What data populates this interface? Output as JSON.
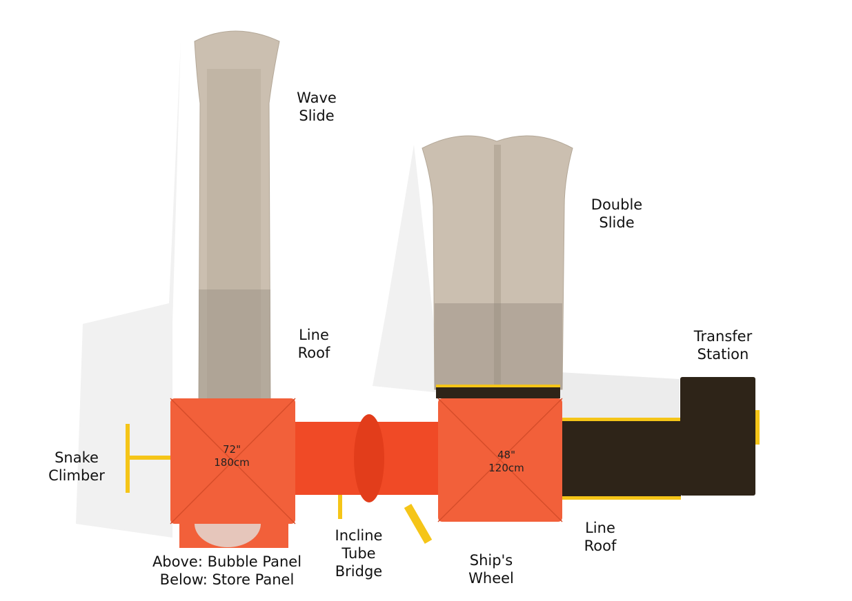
{
  "labels": {
    "wave_slide": [
      "Wave",
      "Slide"
    ],
    "double_slide": [
      "Double",
      "Slide"
    ],
    "line_roof_top": [
      "Line",
      "Roof"
    ],
    "transfer_station": [
      "Transfer",
      "Station"
    ],
    "snake_climber": [
      "Snake",
      "Climber"
    ],
    "line_roof_bottom": [
      "Line",
      "Roof"
    ],
    "bubble_panel": [
      "Above: Bubble Panel",
      "Below: Store Panel"
    ],
    "incline_tube_bridge": [
      "Incline",
      "Tube",
      "Bridge"
    ],
    "ships_wheel": [
      "Ship's",
      "Wheel"
    ]
  },
  "decks": {
    "deck_72": [
      "72\"",
      "180cm"
    ],
    "deck_48": [
      "48\"",
      "120cm"
    ]
  },
  "colors": {
    "roof": "#f2603a",
    "slide": "#cbbfb0",
    "deck_metal": "#2e2418",
    "accent": "#f5c518"
  }
}
